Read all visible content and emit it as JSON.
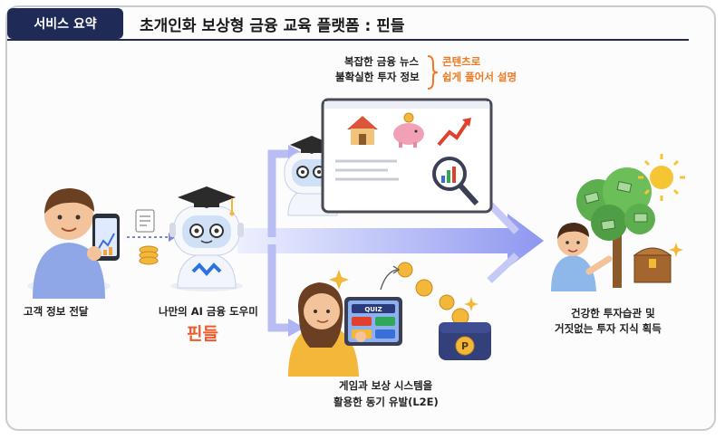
{
  "header": {
    "badge": "서비스 요약",
    "title": "초개인화 보상형 금융 교육 플랫폼 : 핀들"
  },
  "nodes": {
    "customer": {
      "label": "고객 정보 전달"
    },
    "assistant": {
      "label": "나만의 AI 금융 도우미",
      "brand": "핀들"
    },
    "content": {
      "problem_line1": "복잡한 금융 뉴스",
      "problem_line2": "불확실한 투자 정보",
      "solution_line1": "콘텐츠로",
      "solution_line2": "쉽게 풀어서 설명"
    },
    "game": {
      "line1": "게임과 보상 시스템을",
      "line2": "활용한 동기 유발(L2E)",
      "quiz": "QUIZ"
    },
    "result": {
      "line1": "건강한 투자습관 및",
      "line2": "거짓없는 투자 지식 획득"
    }
  },
  "colors": {
    "navy": "#1f2a56",
    "orange": "#f07a22",
    "brand": "#f05a2a",
    "arrow": "#9ea6f2"
  }
}
